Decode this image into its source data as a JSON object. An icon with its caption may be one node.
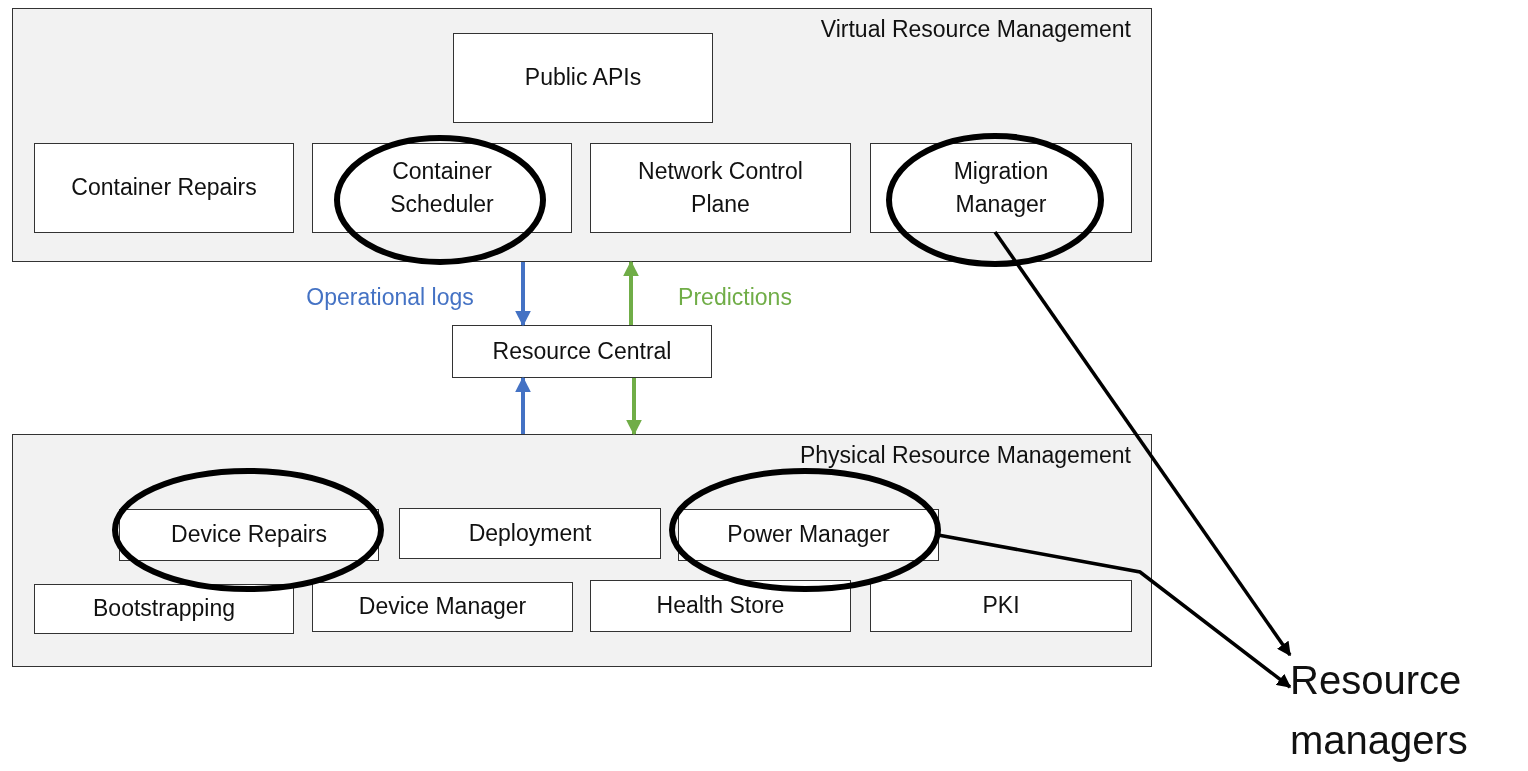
{
  "diagram": {
    "nodes": [
      {
        "text": [
          "Virtual Resource Management"
        ]
      },
      {
        "text": [
          "Public APIs"
        ],
        "in": 0
      },
      {
        "text": [
          "Container Repairs"
        ],
        "in": 0
      },
      {
        "text": [
          "Container Scheduler"
        ],
        "in": 0
      },
      {
        "text": [
          "Network Control Plane"
        ],
        "in": 0
      },
      {
        "text": [
          "Migration Manager"
        ],
        "in": 0
      },
      {
        "text": [
          "Resource Central"
        ]
      },
      {
        "text": [
          "Physical Resource Management"
        ]
      },
      {
        "text": [
          "Device Repairs"
        ],
        "in": 7
      },
      {
        "text": [
          "Deployment"
        ],
        "in": 7
      },
      {
        "text": [
          "Power Manager"
        ],
        "in": 7
      },
      {
        "text": [
          "Bootstrapping"
        ],
        "in": 7
      },
      {
        "text": [
          "Device Manager"
        ],
        "in": 7
      },
      {
        "text": [
          "Health Store"
        ],
        "in": 7
      },
      {
        "text": [
          "PKI"
        ],
        "in": 7
      },
      {
        "text": [
          "Resource managers"
        ]
      }
    ],
    "edges": [
      {
        "from": 0,
        "to": 6,
        "arrow": "to",
        "label": "Operational logs",
        "color": "#4472c4"
      },
      {
        "from": 6,
        "to": 0,
        "arrow": "to",
        "label": "Predictions",
        "color": "#70ad47"
      },
      {
        "from": 7,
        "to": 6,
        "arrow": "to",
        "color": "#4472c4"
      },
      {
        "from": 6,
        "to": 7,
        "arrow": "to",
        "color": "#70ad47"
      },
      {
        "from": 5,
        "to": 15,
        "arrow": "to",
        "color": "#000000"
      },
      {
        "from": 10,
        "to": 15,
        "arrow": "to",
        "color": "#000000"
      }
    ]
  }
}
